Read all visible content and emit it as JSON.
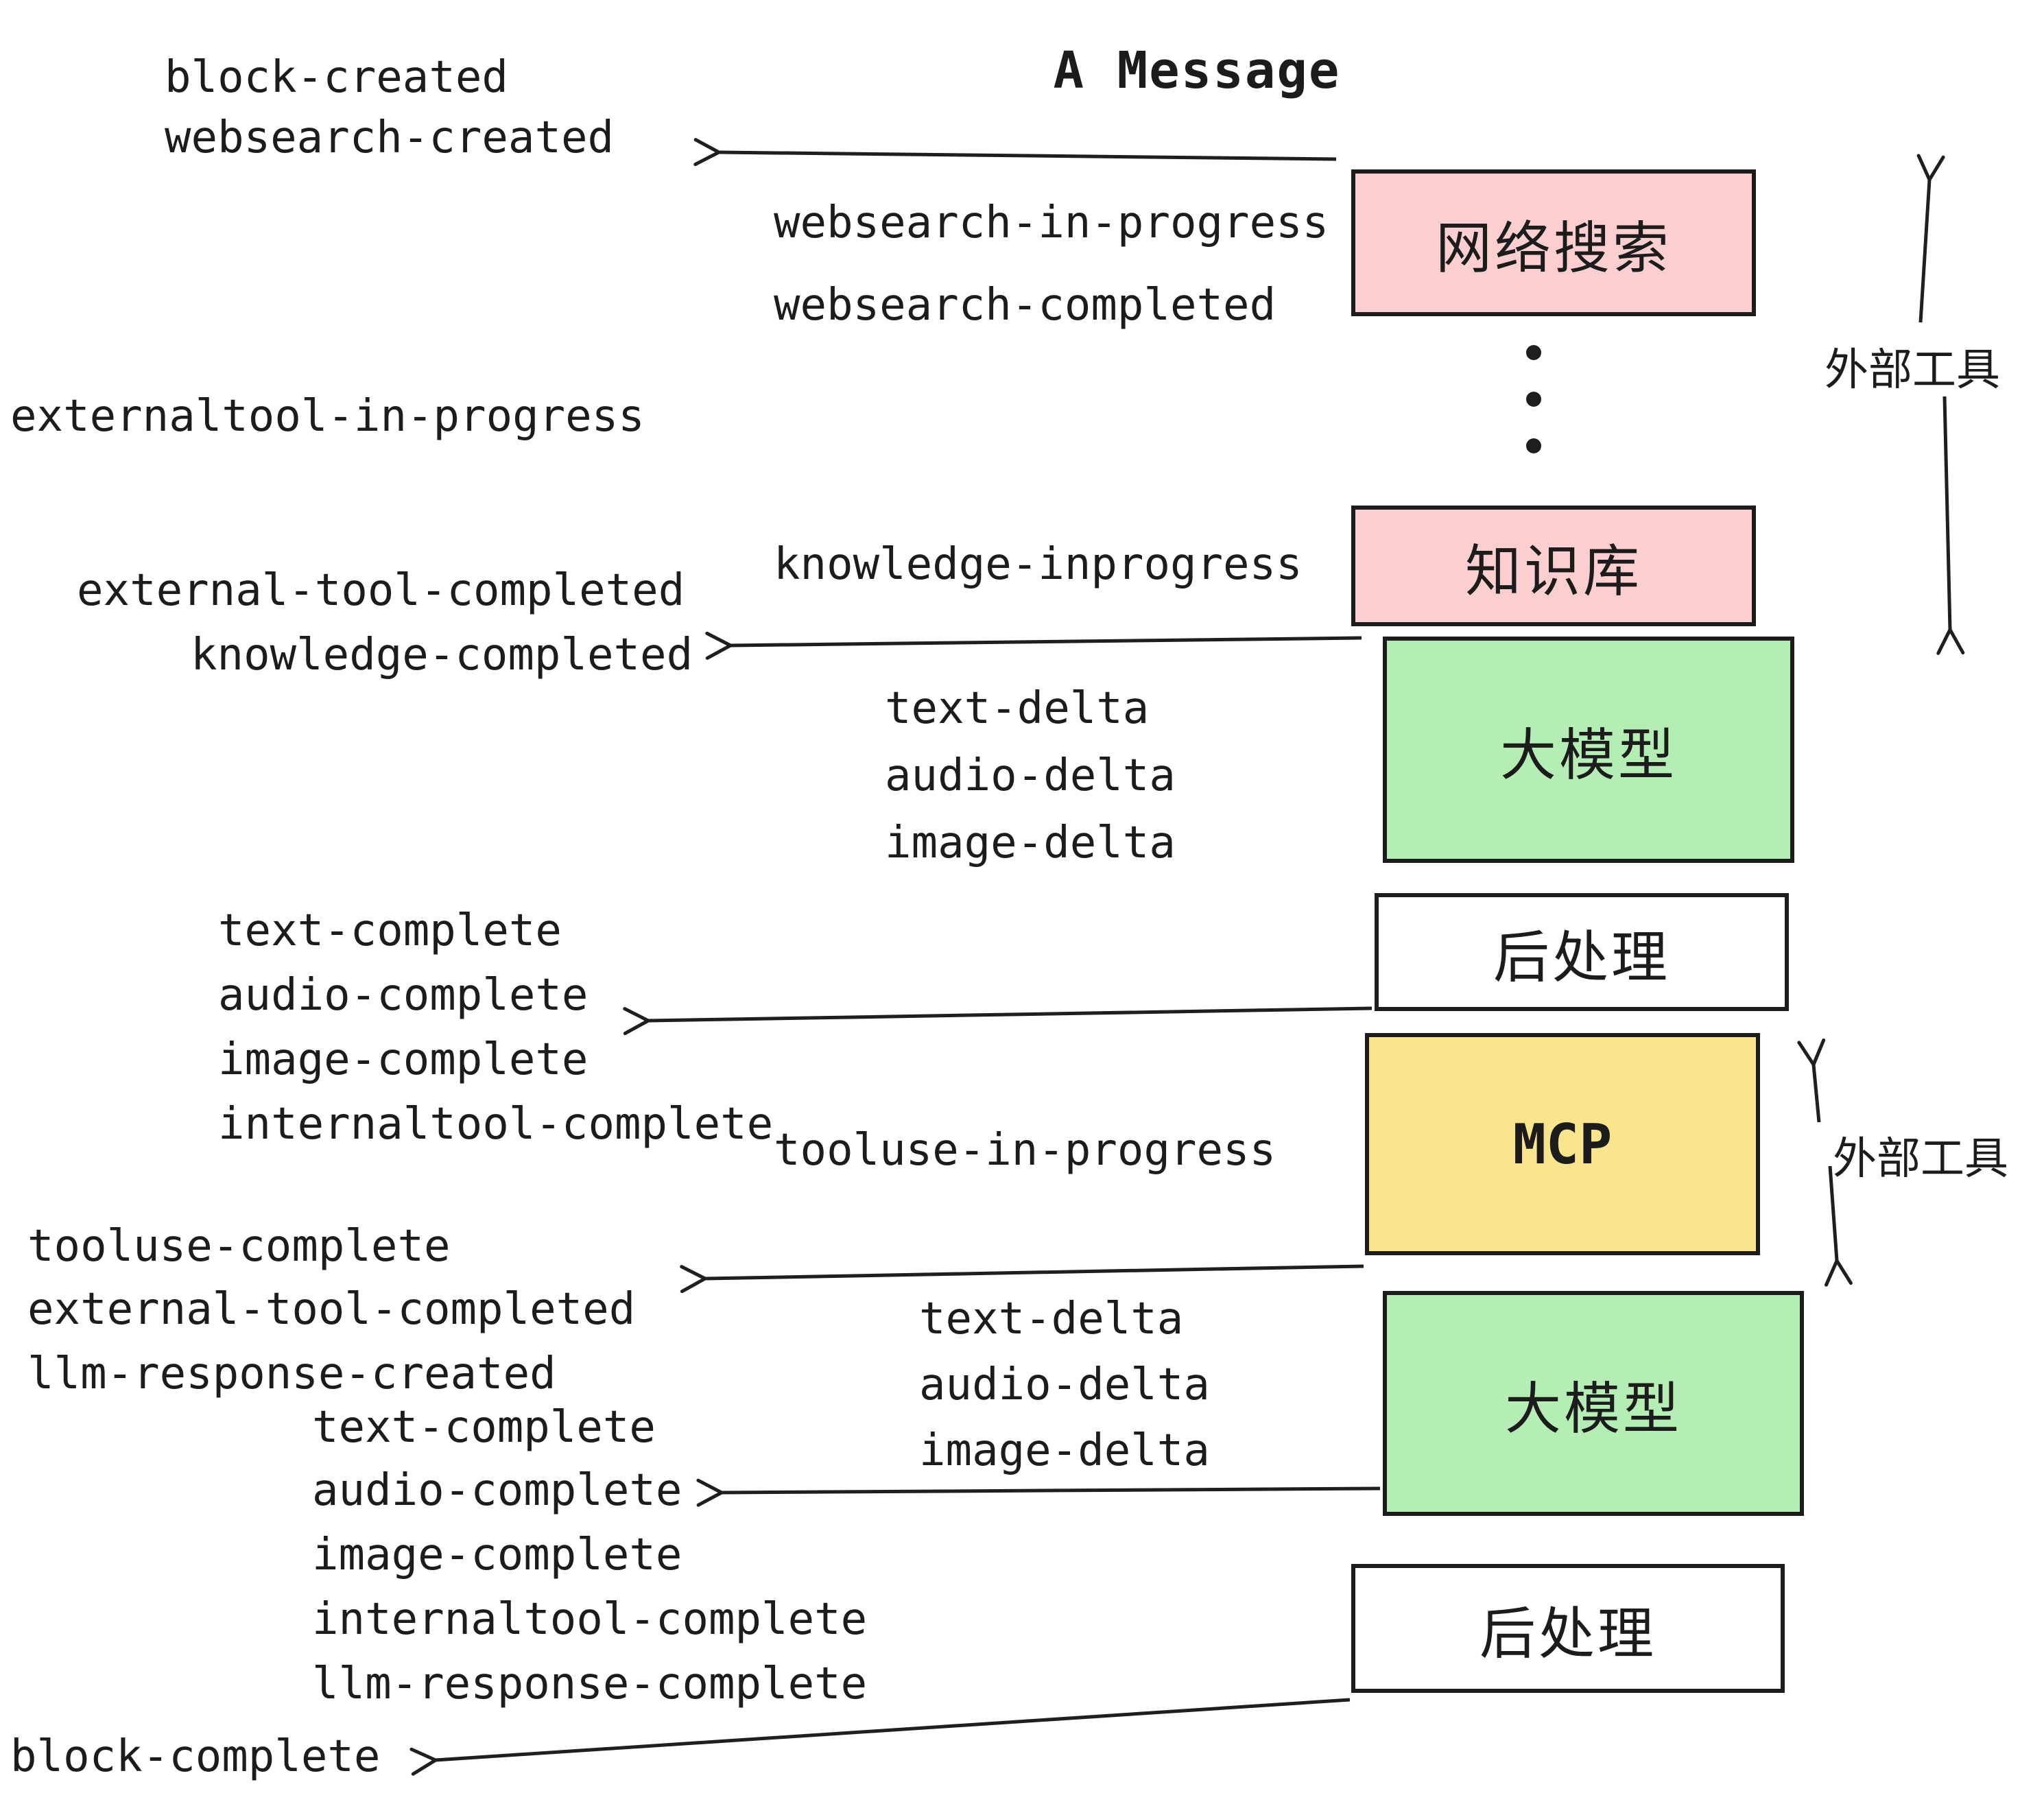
{
  "title": "A Message",
  "colors": {
    "pink": "#FBCFD0",
    "green": "#B5EEB5",
    "yellow": "#F8E58C",
    "white": "#FFFFFF",
    "line": "#1F1F1F"
  },
  "events": {
    "block_created": "block-created",
    "websearch_created": "websearch-created",
    "websearch_in_progress": "websearch-in-progress",
    "websearch_completed": "websearch-completed",
    "externaltool_in_progress": "externaltool-in-progress",
    "knowledge_inprogress": "knowledge-inprogress",
    "external_tool_completed": "external-tool-completed",
    "knowledge_completed": "knowledge-completed",
    "text_delta": "text-delta",
    "audio_delta": "audio-delta",
    "image_delta": "image-delta",
    "text_complete": "text-complete",
    "audio_complete": "audio-complete",
    "image_complete": "image-complete",
    "internaltool_complete": "internaltool-complete",
    "tooluse_in_progress": "tooluse-in-progress",
    "tooluse_complete": "tooluse-complete",
    "llm_response_created": "llm-response-created",
    "llm_response_complete": "llm-response-complete",
    "block_complete": "block-complete"
  },
  "boxes": [
    {
      "id": "websearch",
      "label": "网络搜索",
      "fill": "#FBCFD0"
    },
    {
      "id": "knowledge",
      "label": "知识库",
      "fill": "#FBCFD0"
    },
    {
      "id": "llm-1",
      "label": "大模型",
      "fill": "#B5EEB5"
    },
    {
      "id": "postprocess-1",
      "label": "后处理",
      "fill": "#FFFFFF"
    },
    {
      "id": "mcp",
      "label": "MCP",
      "fill": "#F8E58C"
    },
    {
      "id": "llm-2",
      "label": "大模型",
      "fill": "#B5EEB5"
    },
    {
      "id": "postprocess-2",
      "label": "后处理",
      "fill": "#FFFFFF"
    }
  ],
  "annotations": {
    "external_tools": "外部工具"
  }
}
